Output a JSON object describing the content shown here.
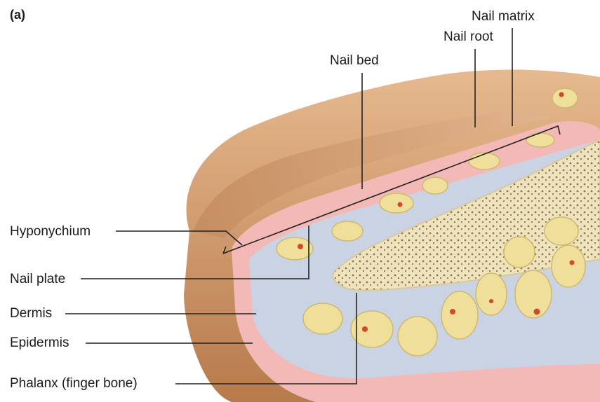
{
  "figure": {
    "panel_label": "(a)",
    "labels": {
      "nail_matrix": "Nail matrix",
      "nail_root": "Nail root",
      "nail_bed": "Nail bed",
      "hyponychium": "Hyponychium",
      "nail_plate": "Nail plate",
      "dermis": "Dermis",
      "epidermis": "Epidermis",
      "phalanx": "Phalanx (finger bone)"
    },
    "colors": {
      "skin": "#d9a577",
      "skin_dark": "#b97f52",
      "nail": "#e8c5a8",
      "dermis_pink": "#f2b9b6",
      "bone": "#f3e9c9",
      "fat": "#efdf9a",
      "connective_blue": "#c9d3e3",
      "leader_line": "#222222"
    }
  }
}
